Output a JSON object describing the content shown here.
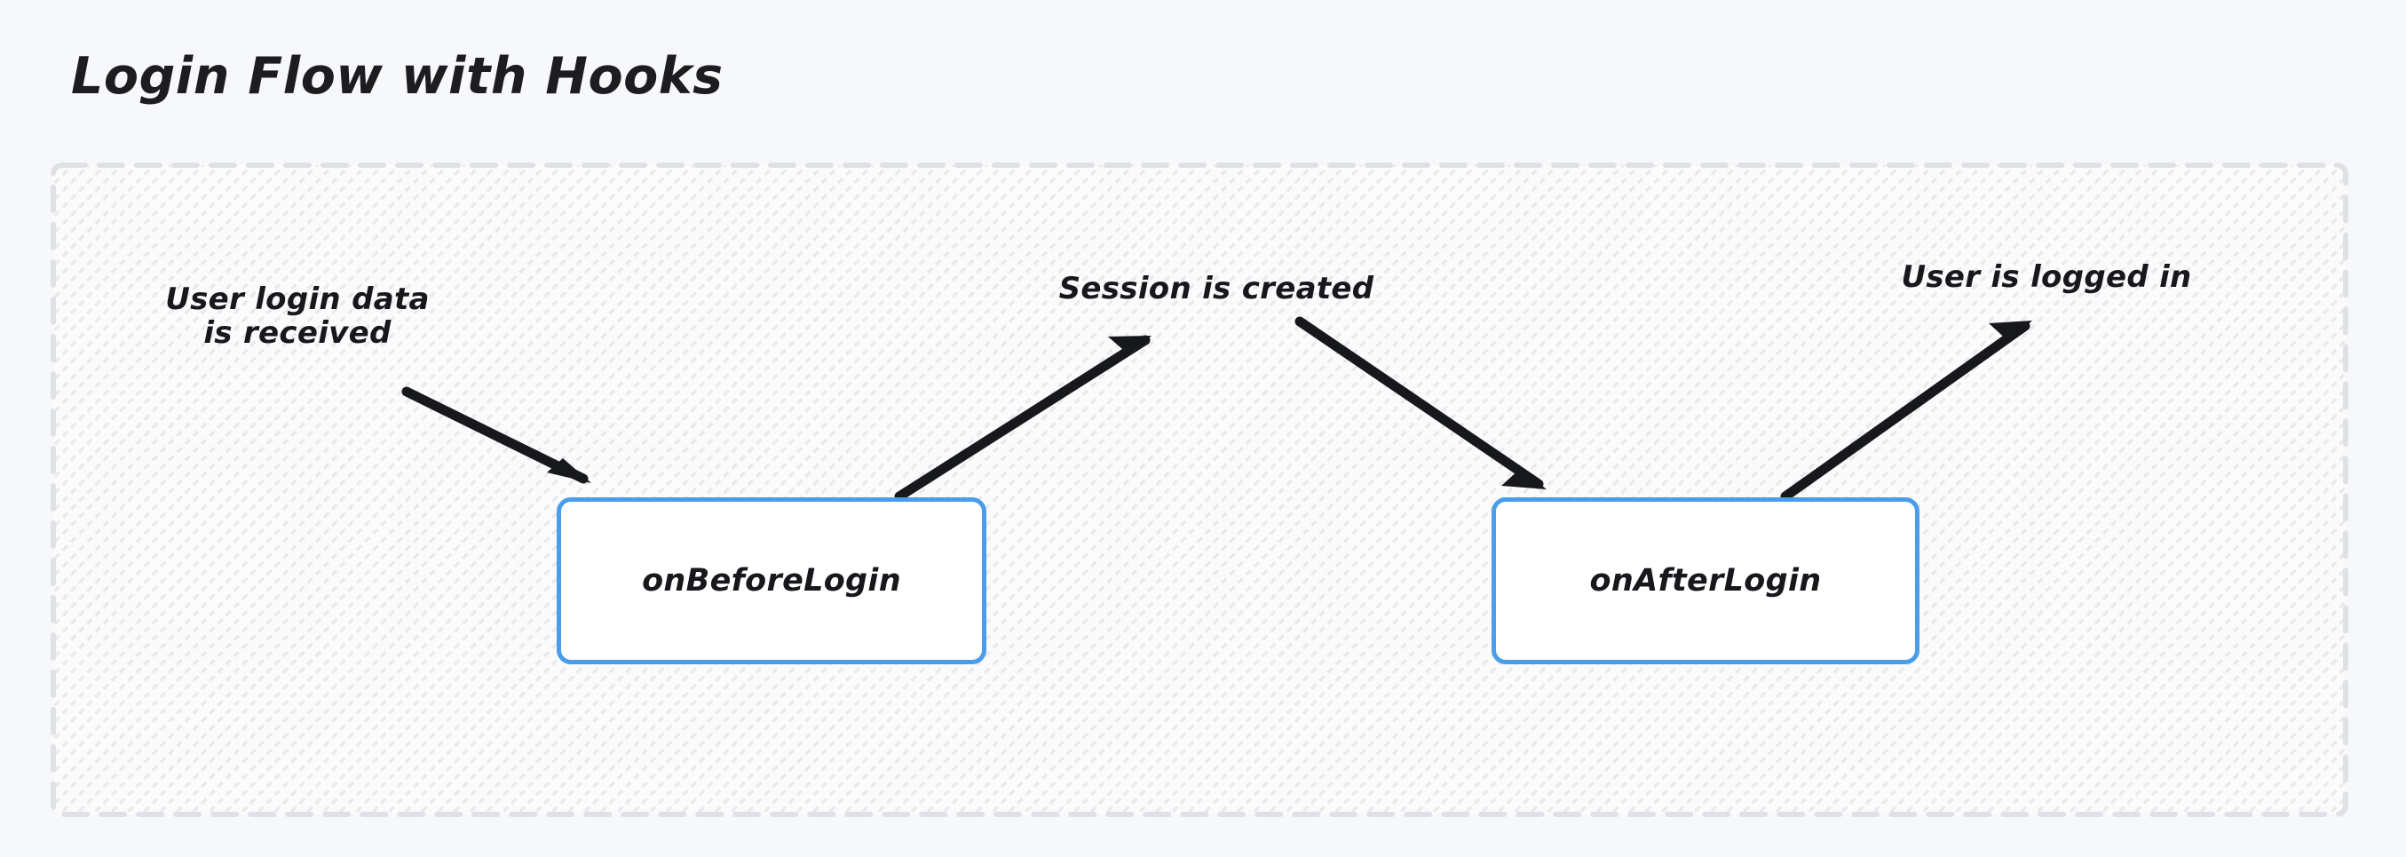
{
  "page": {
    "title": "Login Flow with Hooks",
    "background_color": "#f7f8fa"
  },
  "colors": {
    "node_border": "#4a9de8",
    "node_fill": "#ffffff",
    "text": "#16181c",
    "arrow": "#16181c",
    "dashed_border": "#dfe1e6",
    "hatch": "#e9ebef"
  },
  "region": {
    "name": "login-flow-region",
    "border_style": "dashed",
    "fill_pattern": "diagonal-hatch"
  },
  "nodes": [
    {
      "id": "on-before-login",
      "label": "onBeforeLogin"
    },
    {
      "id": "on-after-login",
      "label": "onAfterLogin"
    }
  ],
  "edges": [
    {
      "id": "edge-user-login-data",
      "label": "User login data\nis received",
      "from": "input",
      "to": "on-before-login",
      "direction": "down-right"
    },
    {
      "id": "edge-session-created",
      "label": "Session is created",
      "from": "on-before-login",
      "to": "on-after-login",
      "direction": "up-right-then-down-right"
    },
    {
      "id": "edge-user-logged-in",
      "label": "User is logged in",
      "from": "on-after-login",
      "to": "output",
      "direction": "up-right"
    }
  ],
  "chart_data": {
    "type": "diagram",
    "title": "Login Flow with Hooks",
    "nodes": [
      "onBeforeLogin",
      "onAfterLogin"
    ],
    "edge_labels": [
      "User login data is received",
      "Session is created",
      "User is logged in"
    ],
    "flow": [
      "User login data is received -> onBeforeLogin",
      "onBeforeLogin -> Session is created",
      "Session is created -> onAfterLogin",
      "onAfterLogin -> User is logged in"
    ]
  }
}
